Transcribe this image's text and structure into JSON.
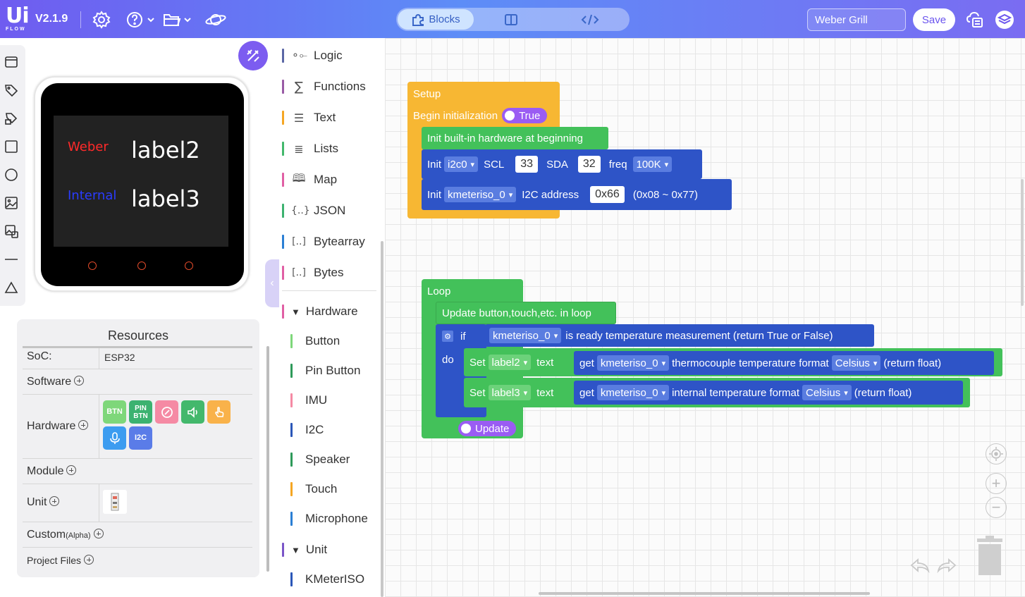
{
  "app": {
    "logo_main": "Ui",
    "logo_sub": "FLOW",
    "version": "V2.1.9"
  },
  "modes": {
    "blocks_label": "Blocks"
  },
  "project": {
    "name": "Weber Grill",
    "save_label": "Save"
  },
  "device": {
    "screen_items": [
      {
        "text": "Weber",
        "color": "#ff2a2a"
      },
      {
        "text": "label2",
        "color": "#ffffff"
      },
      {
        "text": "Internal",
        "color": "#2a3cff"
      },
      {
        "text": "label3",
        "color": "#ffffff"
      }
    ]
  },
  "resources": {
    "title": "Resources",
    "soc_label": "SoC:",
    "soc_value": "ESP32",
    "software_label": "Software",
    "hardware_label": "Hardware",
    "hardware_chips": [
      {
        "label": "BTN",
        "color": "#7ed77a"
      },
      {
        "label": "PIN BTN",
        "color": "#3cb270"
      },
      {
        "label": "",
        "icon": "imu-icon",
        "color": "#f58aa4"
      },
      {
        "label": "",
        "icon": "speaker-icon",
        "color": "#43b86c"
      },
      {
        "label": "",
        "icon": "touch-icon",
        "color": "#f9b24a"
      },
      {
        "label": "",
        "icon": "microphone-icon",
        "color": "#3c9cf0"
      },
      {
        "label": "I2C",
        "color": "#5a7ce8"
      }
    ],
    "module_label": "Module",
    "unit_label": "Unit",
    "custom_label": "Custom",
    "custom_suffix": "(Alpha)",
    "project_files_label": "Project Files"
  },
  "categories": [
    {
      "label": "Logic",
      "color": "#5b67a5",
      "icon": "logic-icon"
    },
    {
      "label": "Functions",
      "color": "#995ba5",
      "icon": "functions-icon"
    },
    {
      "label": "Text",
      "color": "#f5a623",
      "icon": "text-icon"
    },
    {
      "label": "Lists",
      "color": "#43b86c",
      "icon": "lists-icon"
    },
    {
      "label": "Map",
      "color": "#e05fa4",
      "icon": "map-icon"
    },
    {
      "label": "JSON",
      "color": "#3cb270",
      "icon": "json-icon"
    },
    {
      "label": "Bytearray",
      "color": "#2b7fd4",
      "icon": "bytearray-icon"
    },
    {
      "label": "Bytes",
      "color": "#e05fa4",
      "icon": "bytes-icon"
    },
    {
      "label": "Hardware",
      "color": "#e05fa4",
      "expandable": true
    },
    {
      "label": "Button",
      "color": "#7ed77a"
    },
    {
      "label": "Pin Button",
      "color": "#2e9a5a"
    },
    {
      "label": "IMU",
      "color": "#f58aa4"
    },
    {
      "label": "I2C",
      "color": "#2b57b8"
    },
    {
      "label": "Speaker",
      "color": "#2e9a5a"
    },
    {
      "label": "Touch",
      "color": "#f5a623"
    },
    {
      "label": "Microphone",
      "color": "#2b7fd4"
    },
    {
      "label": "Unit",
      "color": "#7a55c8",
      "expandable": true
    },
    {
      "label": "KMeterISO",
      "color": "#2b57b8"
    }
  ],
  "blocks": {
    "setup": {
      "title": "Setup",
      "begin_init": "Begin initialization",
      "begin_value": "True",
      "init_hw": "Init built-in hardware at beginning",
      "i2c": {
        "init": "Init",
        "bus": "i2c0",
        "scl_label": "SCL",
        "scl": "33",
        "sda_label": "SDA",
        "sda": "32",
        "freq_label": "freq",
        "freq": "100K"
      },
      "kmeter": {
        "init": "Init",
        "name": "kmeteriso_0",
        "addr_label": "I2C address",
        "addr": "0x66",
        "range": "(0x08 ~ 0x77)"
      }
    },
    "loop": {
      "title": "Loop",
      "update_hw": "Update button,touch,etc. in loop",
      "if_label": "if",
      "do_label": "do",
      "cond_obj": "kmeteriso_0",
      "cond_text": "is ready temperature measurement (return True or False)",
      "set1": {
        "set": "Set",
        "label": "label2",
        "text": "text",
        "get": "get",
        "obj": "kmeteriso_0",
        "desc": "thermocouple temperature format",
        "unit": "Celsius",
        "ret": "(return float)"
      },
      "set2": {
        "set": "Set",
        "label": "label3",
        "text": "text",
        "get": "get",
        "obj": "kmeteriso_0",
        "desc": "internal temperature format",
        "unit": "Celsius",
        "ret": "(return float)"
      },
      "update_label": "Update"
    }
  }
}
